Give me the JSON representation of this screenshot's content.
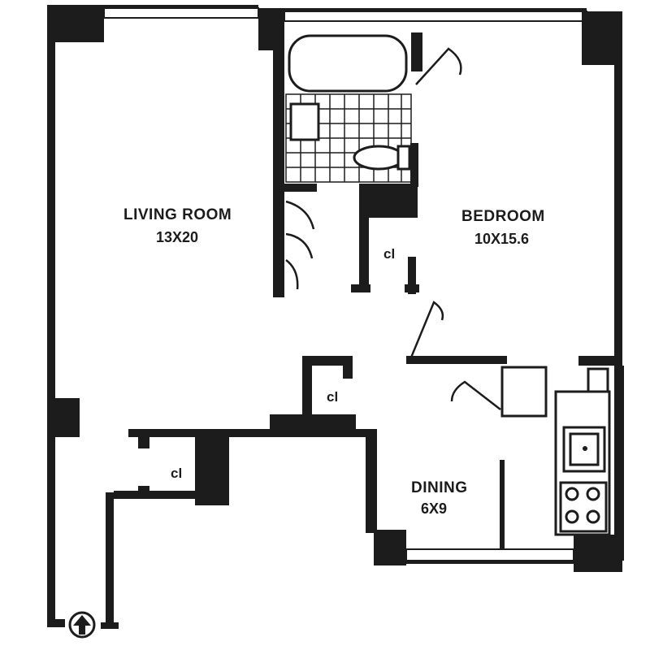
{
  "rooms": {
    "living": {
      "name": "LIVING ROOM",
      "dimensions": "13X20"
    },
    "bedroom": {
      "name": "BEDROOM",
      "dimensions": "10X15.6"
    },
    "dining": {
      "name": "DINING",
      "dimensions": "6X9"
    }
  },
  "closets": {
    "bath_hall": "cl",
    "center": "cl",
    "entry": "cl"
  },
  "colors": {
    "ink": "#1c1c1c",
    "background": "#ffffff"
  },
  "icons": {
    "compass": "north-arrow-icon"
  }
}
